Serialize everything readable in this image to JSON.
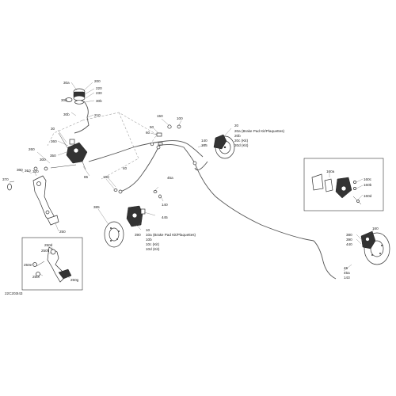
{
  "diagram_code": "22C203I43",
  "labels": {
    "l30a": "30a",
    "l200": "200",
    "l220": "220",
    "l230": "230",
    "l30b": "30b",
    "l30b2": "30b",
    "l210": "210",
    "l30": "30",
    "l360": "360",
    "l350": "350",
    "l260": "260",
    "l300": "300",
    "l85": "85",
    "l370": "370",
    "l300b": "300",
    "l310": "310",
    "l320": "320",
    "l250": "250",
    "l250d": "250d",
    "l250h": "250h",
    "l250e": "250e",
    "l250i": "250i",
    "l250g": "250g",
    "l150": "150",
    "l100": "100",
    "l50": "50",
    "l60": "60",
    "l140": "140",
    "l155": "155",
    "l20": "20",
    "l20a": "20a (Brake Pad Kit/Plaquettes)",
    "l20b": "20b",
    "l20c": "20c (Kit)",
    "l20d": "20d (Kit)",
    "l40": "40",
    "l45a": "45a",
    "l130": "130",
    "l140b": "140",
    "l385": "385",
    "l390": "390",
    "l445": "445",
    "l10": "10",
    "l10a": "10a (Brake Pad Kit/Plaquettes)",
    "l10b": "10b",
    "l10c": "10c (Kit)",
    "l10d": "10d (Kit)",
    "l160a": "160a",
    "l160c": "160c",
    "l160b": "160b",
    "l160d": "160d",
    "l160": "160",
    "l380": "380",
    "l390b": "390",
    "l440": "440",
    "l45": "45",
    "l45a2": "45a",
    "l143": "143"
  }
}
